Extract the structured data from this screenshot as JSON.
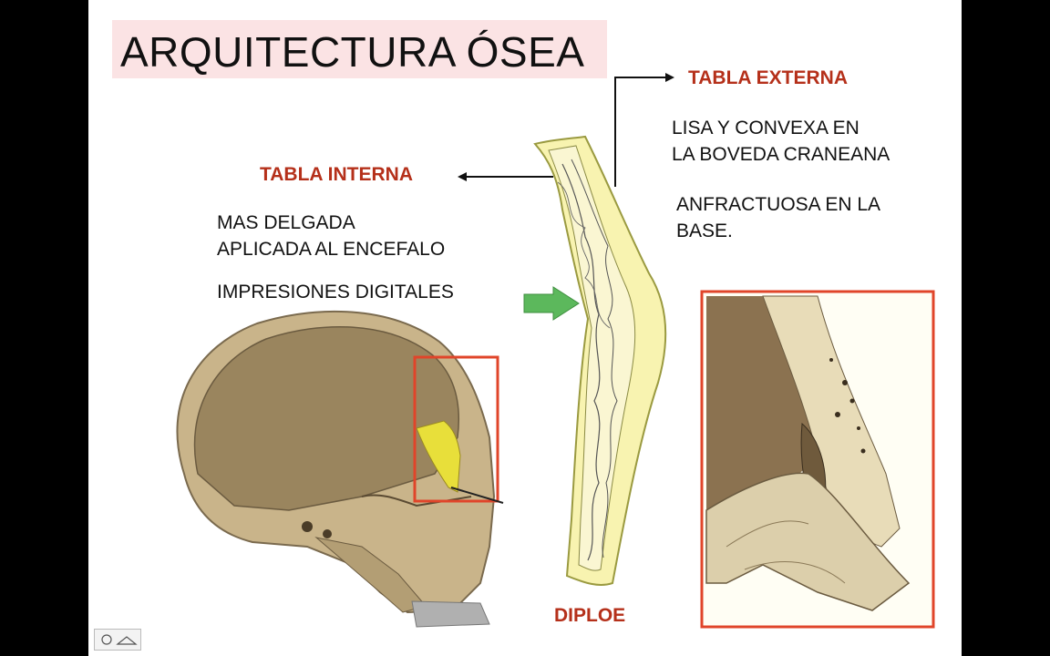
{
  "slide": {
    "title": "ARQUITECTURA ÓSEA",
    "labels": {
      "tabla_externa": "TABLA EXTERNA",
      "tabla_interna": "TABLA INTERNA",
      "diploe": "DIPLOE"
    },
    "externa_text": [
      "LISA Y CONVEXA EN",
      "LA BOVEDA CRANEANA"
    ],
    "externa_text2": [
      "ANFRACTUOSA EN LA",
      "BASE."
    ],
    "interna_text": [
      "MAS DELGADA",
      "APLICADA AL ENCEFALO"
    ],
    "interna_text2": "IMPRESIONES DIGITALES"
  },
  "colors": {
    "label_red": "#b5301a",
    "title_bg": "#fbe3e4",
    "bone_yellow": "#f8f3b0",
    "highlight_box": "#e0452a",
    "arrow_green": "#5cb85c"
  },
  "icons": [
    "player-controls-icon"
  ]
}
